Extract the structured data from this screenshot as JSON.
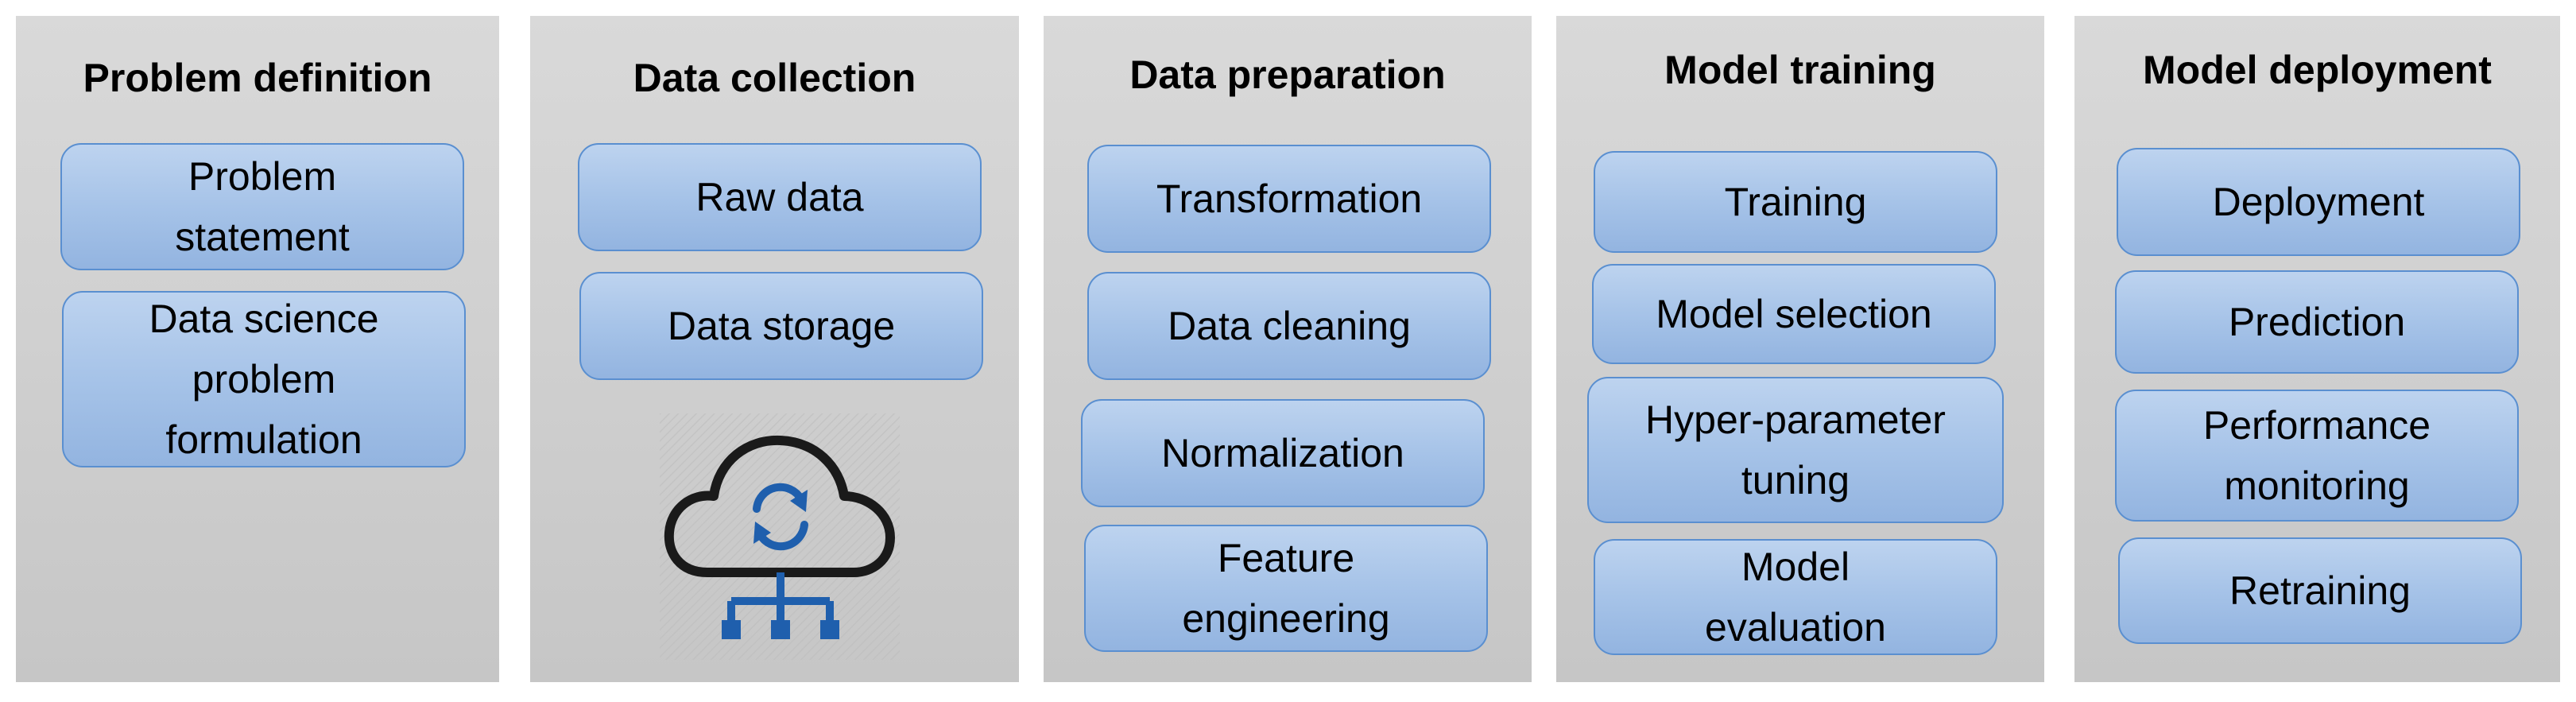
{
  "stages": [
    {
      "title": "Problem definition",
      "steps": [
        "Problem\nstatement",
        "Data science\nproblem\nformulation"
      ]
    },
    {
      "title": "Data collection",
      "steps": [
        "Raw data",
        "Data storage"
      ]
    },
    {
      "title": "Data preparation",
      "steps": [
        "Transformation",
        "Data cleaning",
        "Normalization",
        "Feature\nengineering"
      ]
    },
    {
      "title": "Model training",
      "steps": [
        "Training",
        "Model selection",
        "Hyper-parameter\ntuning",
        "Model\nevaluation"
      ]
    },
    {
      "title": "Model deployment",
      "steps": [
        "Deployment",
        "Prediction",
        "Performance\nmonitoring",
        "Retraining"
      ]
    }
  ],
  "colors": {
    "column_bg": "#cfcfcf",
    "box_fill": "#a6c3e8",
    "box_border": "#5a8fd0",
    "icon_outline": "#1a1a1a",
    "icon_accent": "#1f5fad"
  },
  "icons": [
    "cloud-sync-icon"
  ]
}
